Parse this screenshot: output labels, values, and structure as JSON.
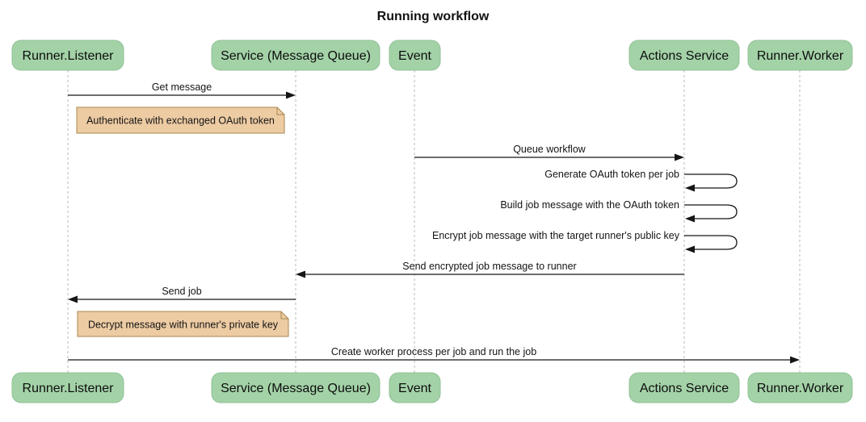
{
  "title": "Running workflow",
  "colors": {
    "actor_fill": "#a3d2a7",
    "actor_border": "#90c296",
    "note_fill": "#edcba3",
    "note_border": "#a8874f",
    "lifeline": "#bababa",
    "message_line": "#161616",
    "text": "#141414"
  },
  "participants": [
    {
      "id": "runner-listener",
      "label": "Runner.Listener"
    },
    {
      "id": "service-message-queue",
      "label": "Service (Message Queue)"
    },
    {
      "id": "event",
      "label": "Event"
    },
    {
      "id": "actions-service",
      "label": "Actions Service"
    },
    {
      "id": "runner-worker",
      "label": "Runner.Worker"
    }
  ],
  "messages": [
    {
      "type": "arrow",
      "from": "runner-listener",
      "to": "service-message-queue",
      "label": "Get message"
    },
    {
      "type": "note",
      "over": [
        "runner-listener",
        "service-message-queue"
      ],
      "label": "Authenticate with exchanged OAuth token"
    },
    {
      "type": "arrow",
      "from": "event",
      "to": "actions-service",
      "label": "Queue workflow"
    },
    {
      "type": "self",
      "actor": "actions-service",
      "label": "Generate OAuth token per job"
    },
    {
      "type": "self",
      "actor": "actions-service",
      "label": "Build job message with the OAuth token"
    },
    {
      "type": "self",
      "actor": "actions-service",
      "label": "Encrypt job message with the target runner's public key"
    },
    {
      "type": "arrow",
      "from": "actions-service",
      "to": "service-message-queue",
      "label": "Send encrypted job message to runner"
    },
    {
      "type": "arrow",
      "from": "service-message-queue",
      "to": "runner-listener",
      "label": "Send job"
    },
    {
      "type": "note",
      "over": [
        "runner-listener",
        "service-message-queue"
      ],
      "label": "Decrypt message with runner's private key"
    },
    {
      "type": "arrow",
      "from": "runner-listener",
      "to": "runner-worker",
      "label": "Create worker process per job and run the job"
    }
  ]
}
